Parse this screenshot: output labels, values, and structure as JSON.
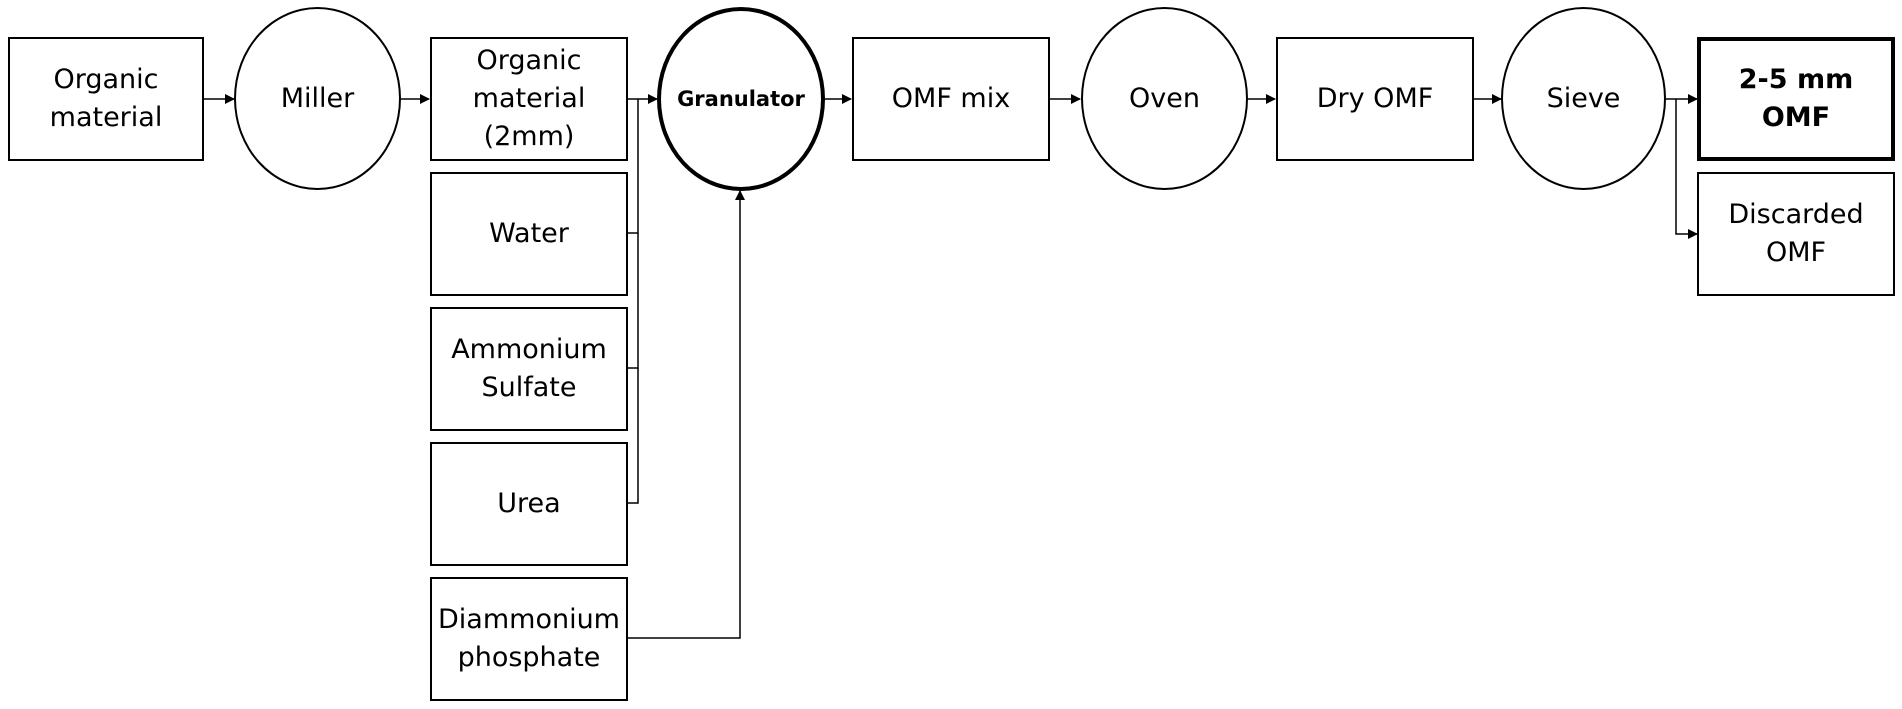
{
  "diagram": {
    "nodes": {
      "organic_material": {
        "label": "Organic\nmaterial"
      },
      "miller": {
        "label": "Miller"
      },
      "organic_material_2mm": {
        "label": "Organic\nmaterial\n(2mm)"
      },
      "water": {
        "label": "Water"
      },
      "ammonium_sulfate": {
        "label": "Ammonium\nSulfate"
      },
      "urea": {
        "label": "Urea"
      },
      "diammonium_phosphate": {
        "label": "Diammonium\nphosphate"
      },
      "granulator": {
        "label": "Granulator"
      },
      "omf_mix": {
        "label": "OMF mix"
      },
      "oven": {
        "label": "Oven"
      },
      "dry_omf": {
        "label": "Dry OMF"
      },
      "sieve": {
        "label": "Sieve"
      },
      "omf_2_5mm": {
        "label": "2-5 mm\nOMF"
      },
      "discarded_omf": {
        "label": "Discarded\nOMF"
      }
    },
    "edges": [
      {
        "from": "organic_material",
        "to": "miller"
      },
      {
        "from": "miller",
        "to": "organic_material_2mm"
      },
      {
        "from": "organic_material_2mm",
        "to": "granulator"
      },
      {
        "from": "water",
        "to": "granulator"
      },
      {
        "from": "ammonium_sulfate",
        "to": "granulator"
      },
      {
        "from": "urea",
        "to": "granulator"
      },
      {
        "from": "diammonium_phosphate",
        "to": "granulator"
      },
      {
        "from": "granulator",
        "to": "omf_mix"
      },
      {
        "from": "omf_mix",
        "to": "oven"
      },
      {
        "from": "oven",
        "to": "dry_omf"
      },
      {
        "from": "dry_omf",
        "to": "sieve"
      },
      {
        "from": "sieve",
        "to": "omf_2_5mm"
      },
      {
        "from": "sieve",
        "to": "discarded_omf"
      }
    ]
  }
}
